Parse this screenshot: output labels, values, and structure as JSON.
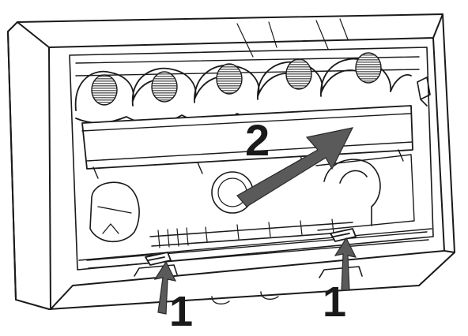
{
  "diagram": {
    "step_labels": {
      "slide": "2",
      "release_left": "1",
      "release_right": "1"
    },
    "colors": {
      "line": "#1a1a1a",
      "arrow_fill": "#5a5a5a",
      "grille": "#7a7a7a",
      "background": "#ffffff"
    },
    "icons": {
      "release_clip": "latch-clip-icon",
      "vent_grille": "grille-icon",
      "direction_arrow": "arrow-icon"
    }
  }
}
